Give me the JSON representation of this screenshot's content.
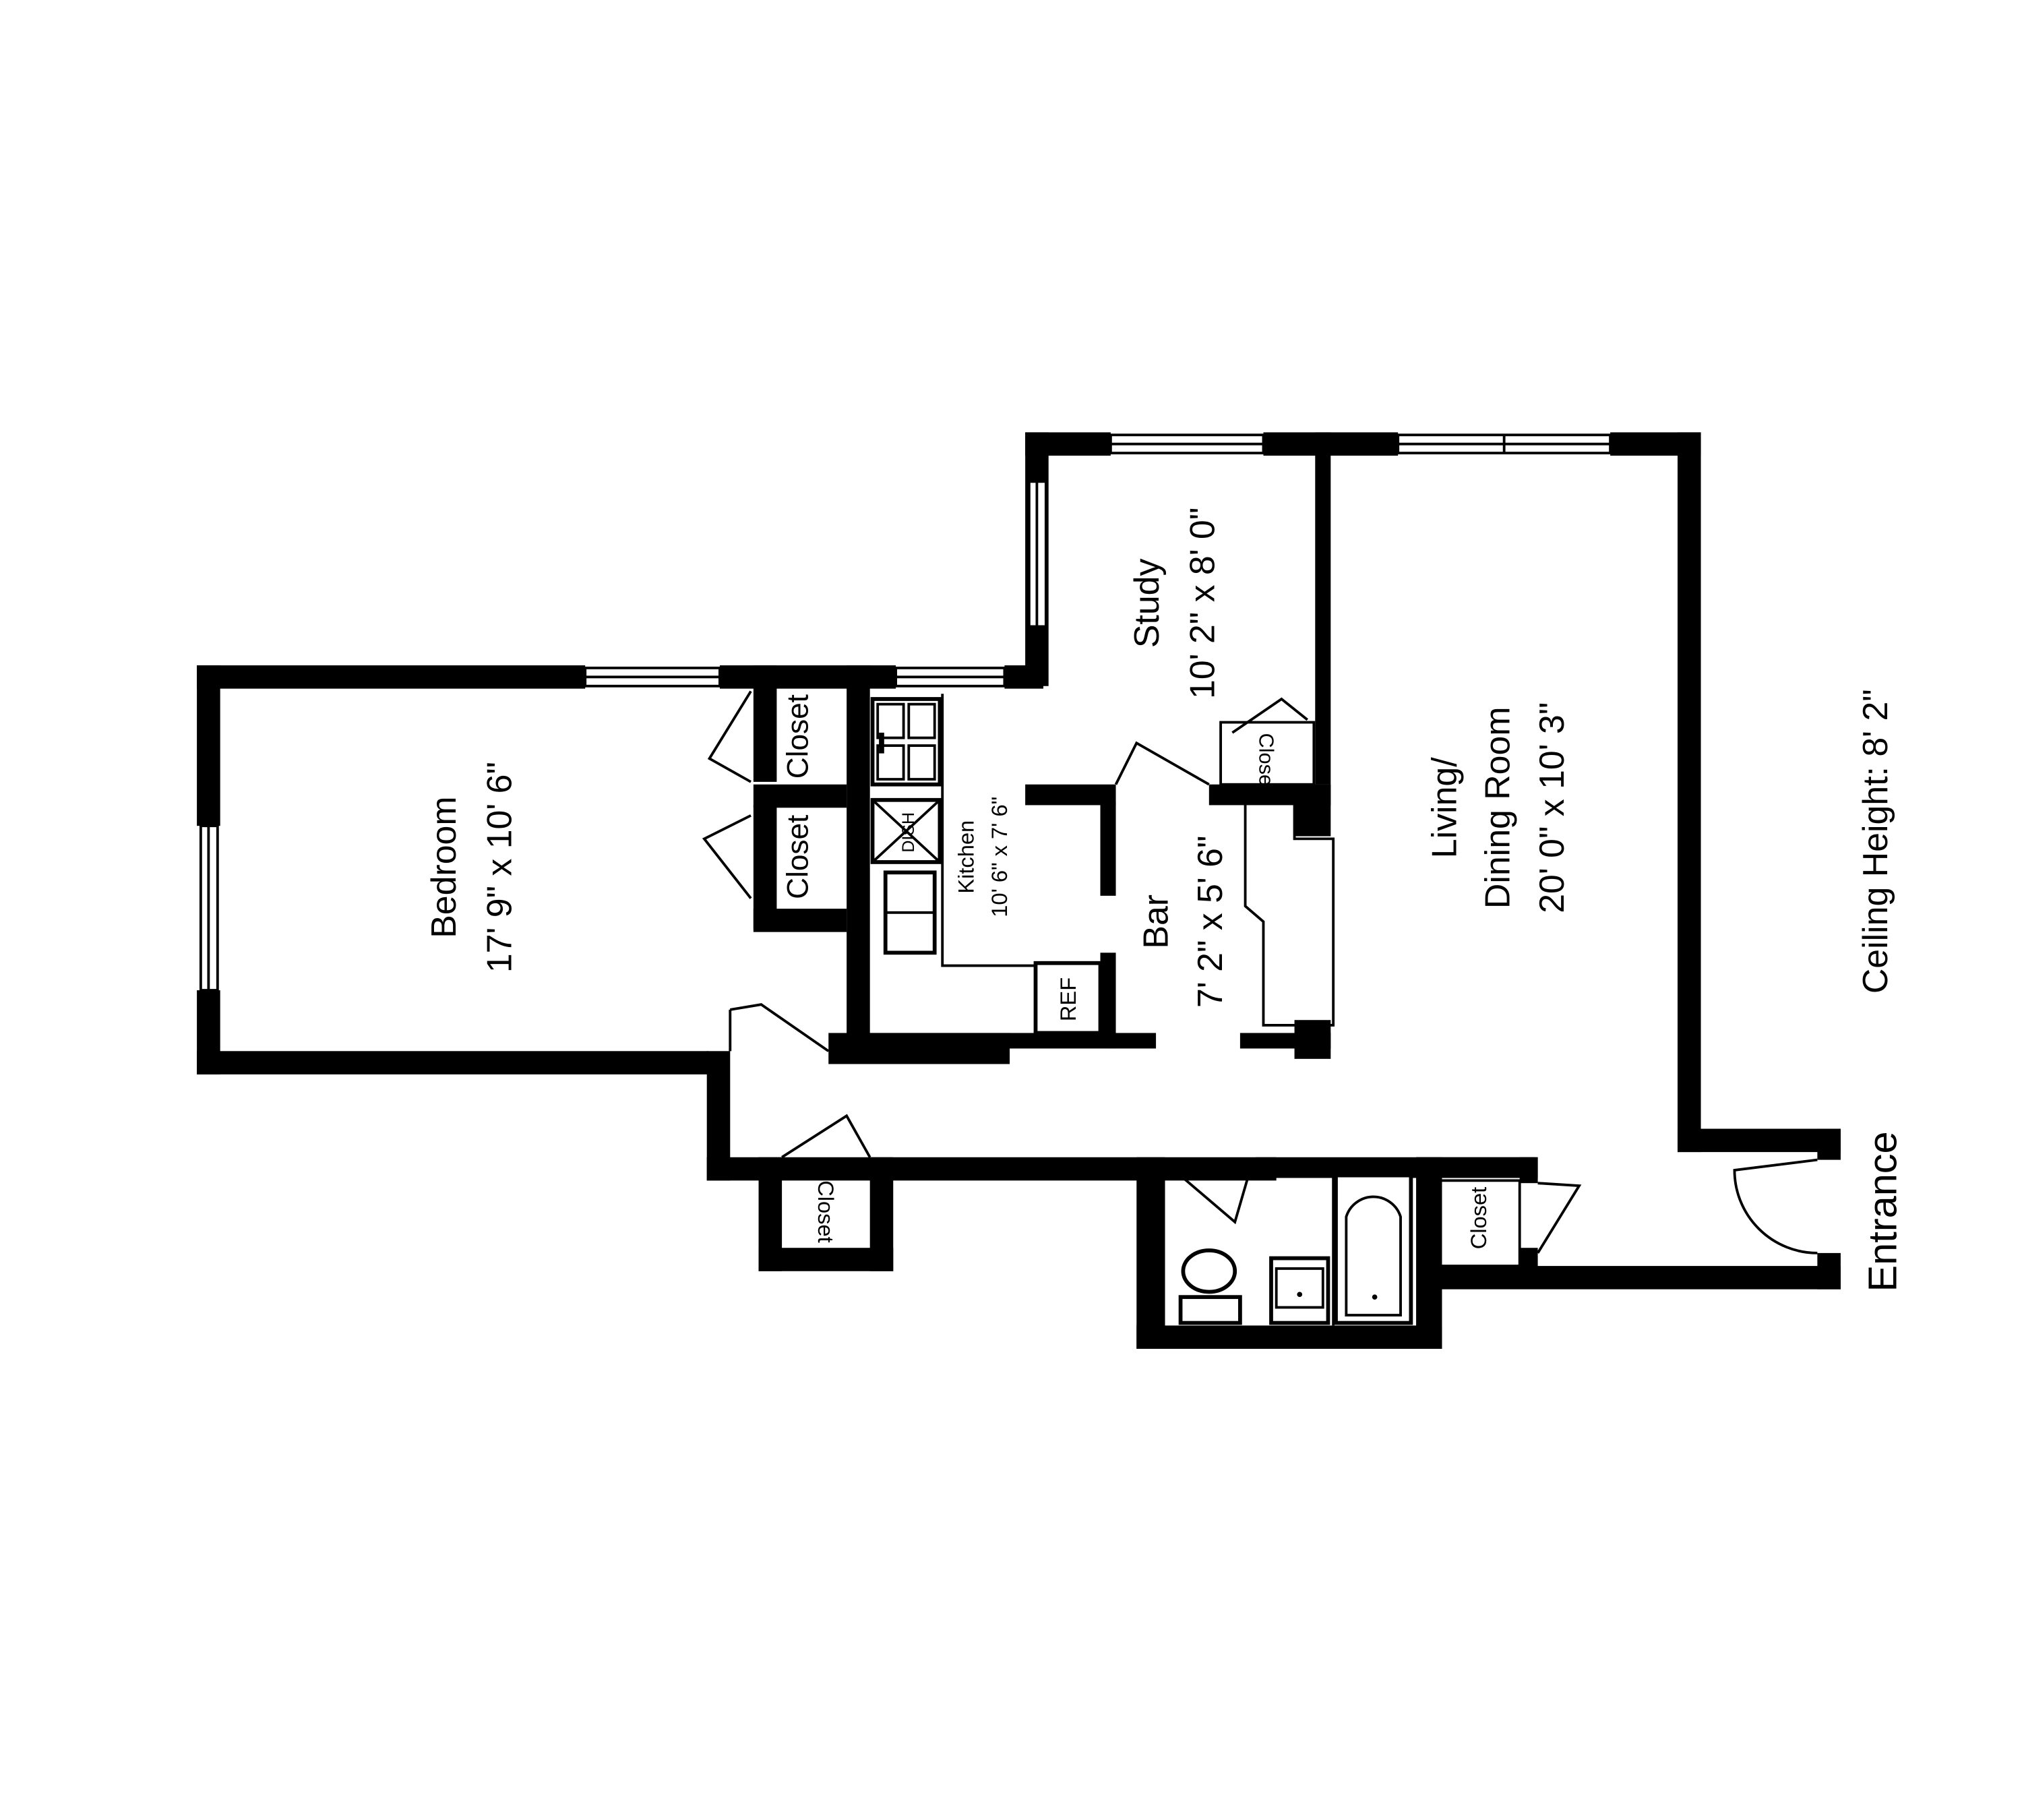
{
  "rooms": {
    "bedroom": {
      "name": "Bedroom",
      "dims": "17' 9\" x 10' 6\""
    },
    "study": {
      "name": "Study",
      "dims": "10' 2\" x 8' 0\""
    },
    "kitchen": {
      "name": "Kitchen",
      "dims": "10' 6\" x 7' 6\""
    },
    "bar": {
      "name": "Bar",
      "dims": "7' 2\" x 5' 6\""
    },
    "living": {
      "name_line1": "Living/",
      "name_line2": "Dining Room",
      "dims": "20' 0\" x 10' 3\""
    }
  },
  "closets": {
    "bedroom_upper": "Closet",
    "bedroom_lower": "Closet",
    "study": "Closet",
    "hall": "Closet",
    "bath": "Closet"
  },
  "fixtures": {
    "dishwasher": "DISH",
    "refrigerator": "REF"
  },
  "entrance": "Entrance",
  "ceiling_height": "Ceiling Height: 8' 2\"",
  "colors": {
    "wall": "#000000",
    "background": "#ffffff"
  }
}
